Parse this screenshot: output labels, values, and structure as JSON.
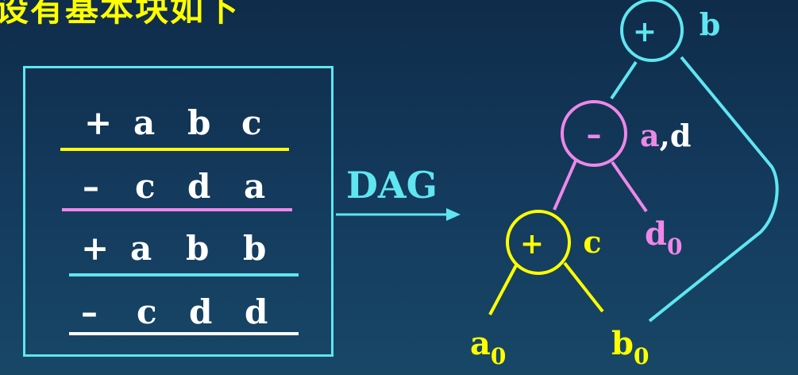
{
  "title": "设有基本块如下",
  "code": [
    {
      "op": "+",
      "a": "a",
      "b": "b",
      "r": "c",
      "color": "#ffff00"
    },
    {
      "op": "–",
      "a": "c",
      "b": "d",
      "r": "a",
      "color": "#ee88e8"
    },
    {
      "op": "+",
      "a": "a",
      "b": "b",
      "r": "b",
      "color": "#5fe6f0"
    },
    {
      "op": "–",
      "a": "c",
      "b": "d",
      "r": "d",
      "color": "#ffffff"
    }
  ],
  "arrow_label": "DAG",
  "dag": {
    "root": {
      "op": "+",
      "label": "b",
      "color": "#5fe6f0"
    },
    "minus": {
      "op": "–",
      "label_main": "a",
      "label_rest": ",d",
      "color": "#ee88e8"
    },
    "plus": {
      "op": "+",
      "label": "c",
      "color": "#ffff00"
    },
    "leaf_a": {
      "base": "a",
      "sub": "0",
      "color": "#ffff00"
    },
    "leaf_b": {
      "base": "b",
      "sub": "0",
      "color": "#ffff00"
    },
    "leaf_d": {
      "base": "d",
      "sub": "0",
      "color": "#ee88e8"
    }
  }
}
